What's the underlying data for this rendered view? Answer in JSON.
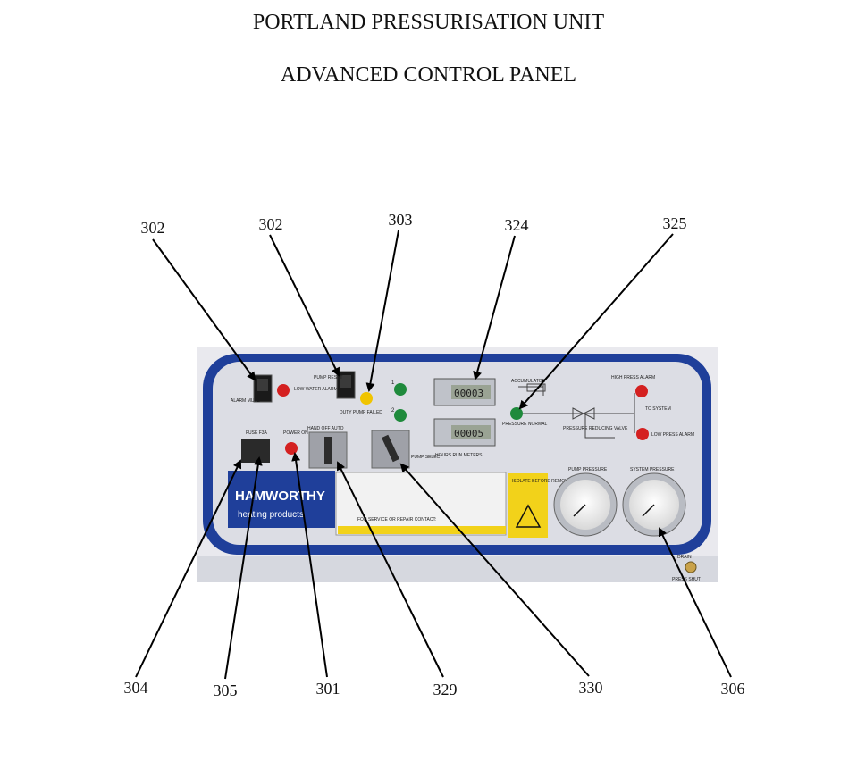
{
  "titles": {
    "line1": "PORTLAND PRESSURISATION UNIT",
    "line2": "ADVANCED CONTROL PANEL"
  },
  "callouts": [
    {
      "id": "c302a",
      "label": "302"
    },
    {
      "id": "c302b",
      "label": "302"
    },
    {
      "id": "c303",
      "label": "303"
    },
    {
      "id": "c324",
      "label": "324"
    },
    {
      "id": "c325",
      "label": "325"
    },
    {
      "id": "c304",
      "label": "304"
    },
    {
      "id": "c305",
      "label": "305"
    },
    {
      "id": "c301",
      "label": "301"
    },
    {
      "id": "c329",
      "label": "329"
    },
    {
      "id": "c330",
      "label": "330"
    },
    {
      "id": "c306",
      "label": "306"
    }
  ],
  "panel": {
    "alarm_mute": "ALARM MUTE",
    "low_water_alarm": "LOW WATER ALARM",
    "pump_reset": "PUMP RESET",
    "duty_pump_failed": "DUTY PUMP FAILED",
    "fuse": "FUSE F3A",
    "power_on": "POWER ON",
    "hand_off_auto": "HAND OFF AUTO",
    "pump_select": "PUMP SELECT",
    "hours_run_meters": "HOURS RUN METERS",
    "meter1_reading": "00003",
    "meter2_reading": "00005",
    "accumulator": "ACCUMULATOR",
    "pressure_normal": "PRESSURE NORMAL",
    "pressure_reducing_valve": "PRESSURE REDUCING VALVE",
    "high_press_alarm": "HIGH PRESS ALARM",
    "low_press_alarm": "LOW PRESS ALARM",
    "to_system": "TO SYSTEM",
    "pump_pressure": "PUMP PRESSURE",
    "system_pressure": "SYSTEM PRESSURE",
    "brand_line1": "HAMWORTHY",
    "brand_line2": "heating products",
    "for_service": "FOR SERVICE OR REPAIR CONTACT:",
    "isolate_warning": "ISOLATE BEFORE REMOVING COVER",
    "drain": "DRAIN",
    "press_shut": "PRESS SHUT",
    "pump1": "1",
    "pump2": "2"
  },
  "colors": {
    "panel_blue": "#1f3f9a",
    "panel_face": "#dcdde4",
    "lamp_red": "#d42020",
    "lamp_green": "#1f8a3c",
    "lamp_yellow": "#f0c400",
    "warning_yellow": "#f2d21a"
  }
}
